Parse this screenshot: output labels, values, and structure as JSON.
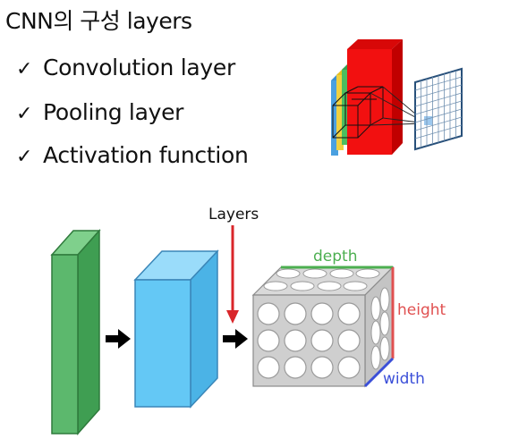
{
  "header": {
    "title": "CNN의 구성 layers"
  },
  "list": {
    "check_symbol": "✓",
    "items": [
      {
        "label": "Convolution layer"
      },
      {
        "label": "Pooling layer"
      },
      {
        "label": "Activation function"
      }
    ]
  },
  "diagram": {
    "layers_label": "Layers",
    "depth_label": "depth",
    "height_label": "height",
    "width_label": "width",
    "colors": {
      "green_block": "#5cb86d",
      "blue_block": "#64c8f5",
      "arrow_red": "#d9262a",
      "depth_green": "#4caf50",
      "height_red": "#e05050",
      "width_blue": "#3b4fd8"
    }
  },
  "icons": {
    "top_right": "convolution-filter-icon"
  }
}
